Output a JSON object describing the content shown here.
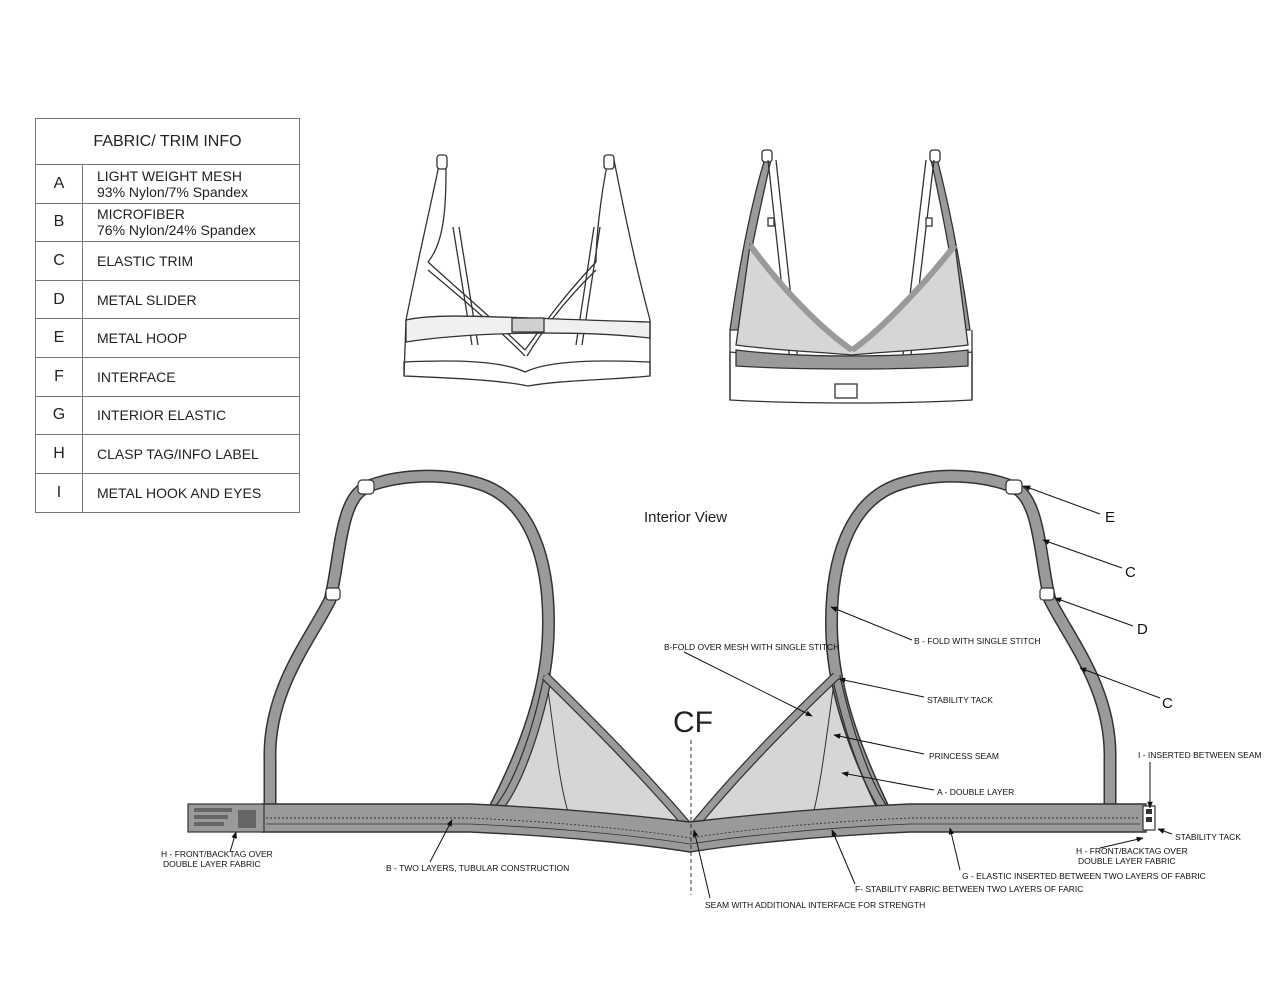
{
  "trim_table": {
    "title": "FABRIC/ TRIM INFO",
    "rows": [
      {
        "code": "A",
        "line1": "LIGHT WEIGHT MESH",
        "line2": "93% Nylon/7% Spandex"
      },
      {
        "code": "B",
        "line1": "MICROFIBER",
        "line2": "76% Nylon/24% Spandex"
      },
      {
        "code": "C",
        "line1": "ELASTIC TRIM",
        "line2": ""
      },
      {
        "code": "D",
        "line1": "METAL SLIDER",
        "line2": ""
      },
      {
        "code": "E",
        "line1": "METAL HOOP",
        "line2": ""
      },
      {
        "code": "F",
        "line1": "INTERFACE",
        "line2": ""
      },
      {
        "code": "G",
        "line1": "INTERIOR ELASTIC",
        "line2": ""
      },
      {
        "code": "H",
        "line1": "CLASP TAG/INFO LABEL",
        "line2": ""
      },
      {
        "code": "I",
        "line1": "METAL HOOK AND EYES",
        "line2": ""
      }
    ]
  },
  "interior": {
    "title": "Interior View",
    "cf_label": "CF"
  },
  "callouts": {
    "e": "E",
    "c1": "C",
    "d": "D",
    "c2": "C",
    "b_fold_mesh": "B-FOLD OVER MESH  WITH SINGLE STITCH",
    "b_fold": "B - FOLD WITH SINGLE STITCH",
    "stability_tack": "STABILITY TACK",
    "princess_seam": "PRINCESS SEAM",
    "a_double": "A - DOUBLE LAYER",
    "i_inserted": "I - INSERTED BETWEEN SEAM",
    "stability_tack2": "STABILITY TACK",
    "h_right_1": "H - FRONT/BACKTAG OVER",
    "h_right_2": "DOUBLE LAYER FABRIC",
    "h_left_1": "H - FRONT/BACKTAG OVER",
    "h_left_2": "DOUBLE LAYER FABRIC",
    "b_two_layers": "B - TWO LAYERS, TUBULAR CONSTRUCTION",
    "g_elastic": "G - ELASTIC INSERTED BETWEEN TWO LAYERS OF FABRIC",
    "f_stability": "F- STABILITY FABRIC BETWEEN TWO LAYERS OF FARIC",
    "seam_interface": "SEAM WITH ADDITIONAL INTERFACE FOR STRENGTH"
  },
  "colors": {
    "line": "#333333",
    "trim_fill": "#9a9a9a",
    "mesh_fill": "#d6d6d6",
    "light_fill": "#ececec"
  }
}
